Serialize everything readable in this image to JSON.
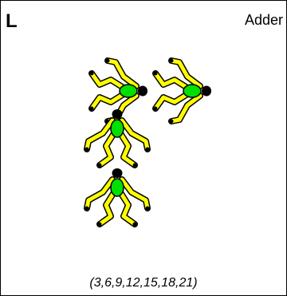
{
  "formation": {
    "letter": "L",
    "name": "Adder",
    "sequence": "(3,6,9,12,15,18,21)"
  },
  "colors": {
    "limbs": "#ffff00",
    "torso": "#00e000",
    "outline": "#000000"
  }
}
